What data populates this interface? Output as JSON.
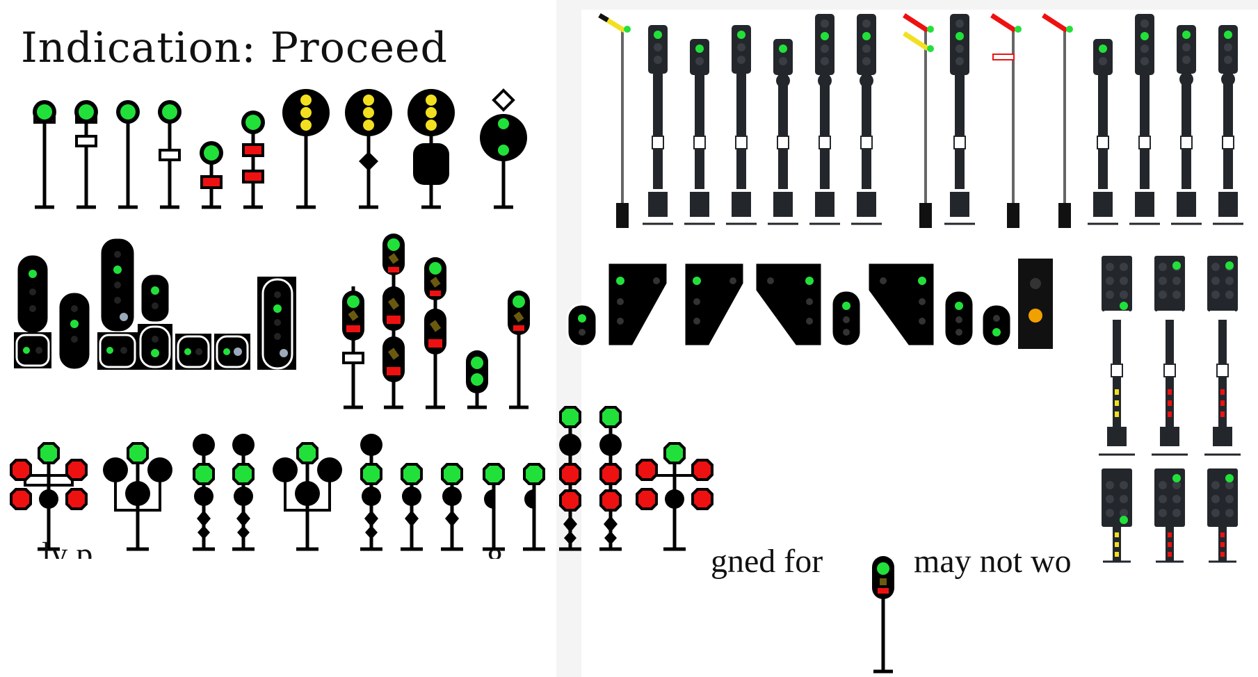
{
  "title": "Indication: Proceed",
  "fragments": {
    "left": "ly p",
    "middle": "g",
    "designed": "gned for",
    "may_not": "may not wo"
  },
  "colors": {
    "green": "#22e03a",
    "red": "#ee1111",
    "yellow": "#f2e020",
    "body": "#000000",
    "modern_body": "#23272c",
    "amber": "#f0a000",
    "blue_grey": "#9aaabb"
  },
  "icons": {
    "row1": "signal-icon",
    "row2": "dwarf-signal-icon",
    "row3": "tree-signal-icon",
    "right": "modern-signal-mast-icon"
  }
}
